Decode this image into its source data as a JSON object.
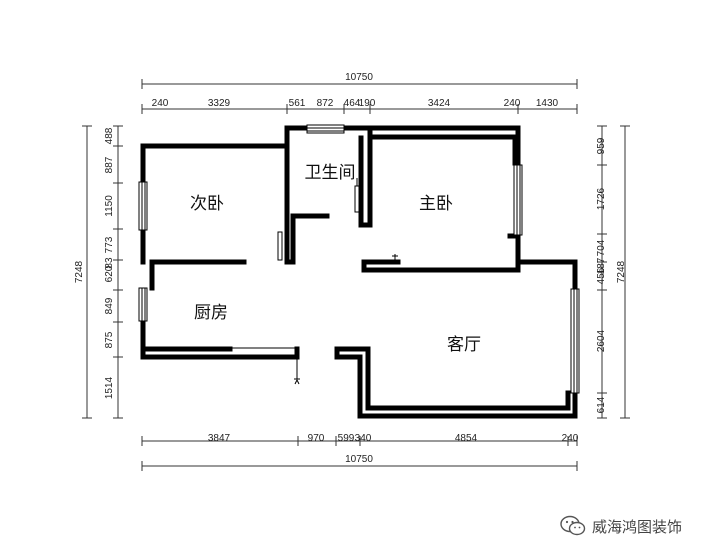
{
  "dimensions": {
    "top_total": "10750",
    "top": [
      "240",
      "3329",
      "561",
      "872",
      "464",
      "190",
      "3424",
      "240",
      "1430"
    ],
    "bottom": [
      "3847",
      "970",
      "599",
      "340",
      "4854",
      "240"
    ],
    "bottom_total": "10750",
    "left": [
      "488",
      "887",
      "1150",
      "773",
      "620",
      "849",
      "875",
      "1514"
    ],
    "left_extra": "83",
    "left_total": "7248",
    "right": [
      "959",
      "1726",
      "704",
      "456",
      "187",
      "2604",
      "614"
    ],
    "right_total": "7248"
  },
  "rooms": {
    "second_bedroom": "次卧",
    "bathroom": "卫生间",
    "master_bedroom": "主卧",
    "kitchen": "厨房",
    "living_room": "客厅"
  },
  "watermark": {
    "text": "威海鸿图装饰",
    "icon": "wechat-icon"
  }
}
